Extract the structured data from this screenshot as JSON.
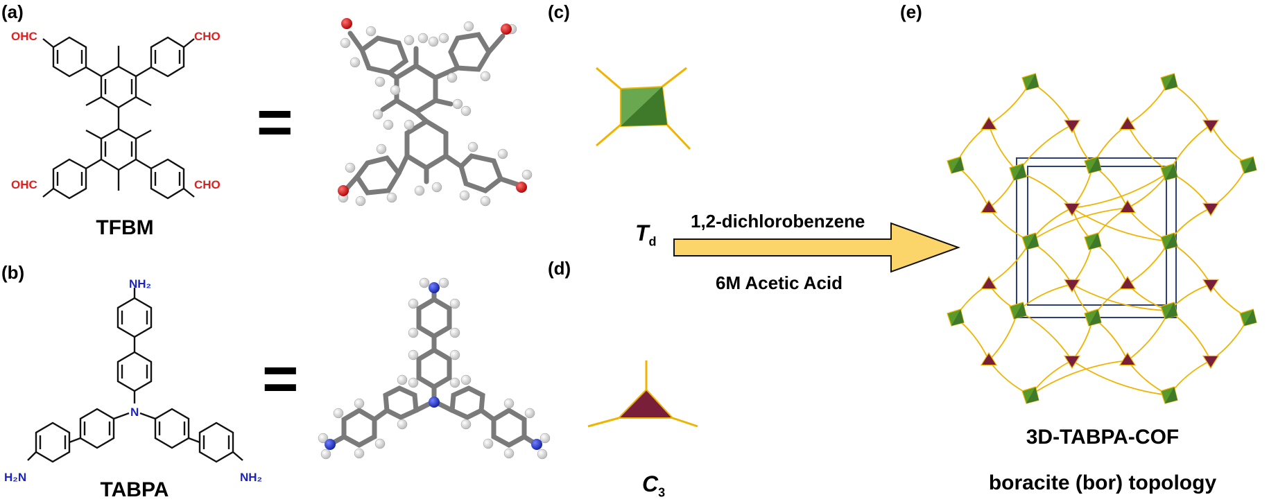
{
  "panels": {
    "a": "(a)",
    "b": "(b)",
    "c": "(c)",
    "d": "(d)",
    "e": "(e)"
  },
  "molecules": {
    "tfbm": {
      "name": "TFBM",
      "end_groups": [
        "OHC",
        "CHO",
        "OHC",
        "CHO"
      ]
    },
    "tabpa": {
      "name": "TABPA",
      "end_groups": [
        "NH₂",
        "H₂N",
        "NH₂"
      ],
      "core_atom": "N"
    }
  },
  "equals_sign": "=",
  "symmetry": {
    "tetrahedral": {
      "main": "T",
      "sub": "d"
    },
    "trigonal": {
      "main": "C",
      "sub": "3"
    }
  },
  "reaction": {
    "solvent": "1,2-dichlorobenzene",
    "catalyst": "6M Acetic Acid"
  },
  "product": {
    "name": "3D-TABPA-COF",
    "topology": "boracite (bor) topology"
  },
  "colors": {
    "aldehyde": "#e02020",
    "amine": "#1a24c8",
    "tetrahedral_node": "#5a9a2a",
    "trigonal_node": "#7a1f3a",
    "linker": "#f0b400",
    "cell_edge": "#2a3f7a",
    "arrow_fill": "#fbd56a"
  }
}
